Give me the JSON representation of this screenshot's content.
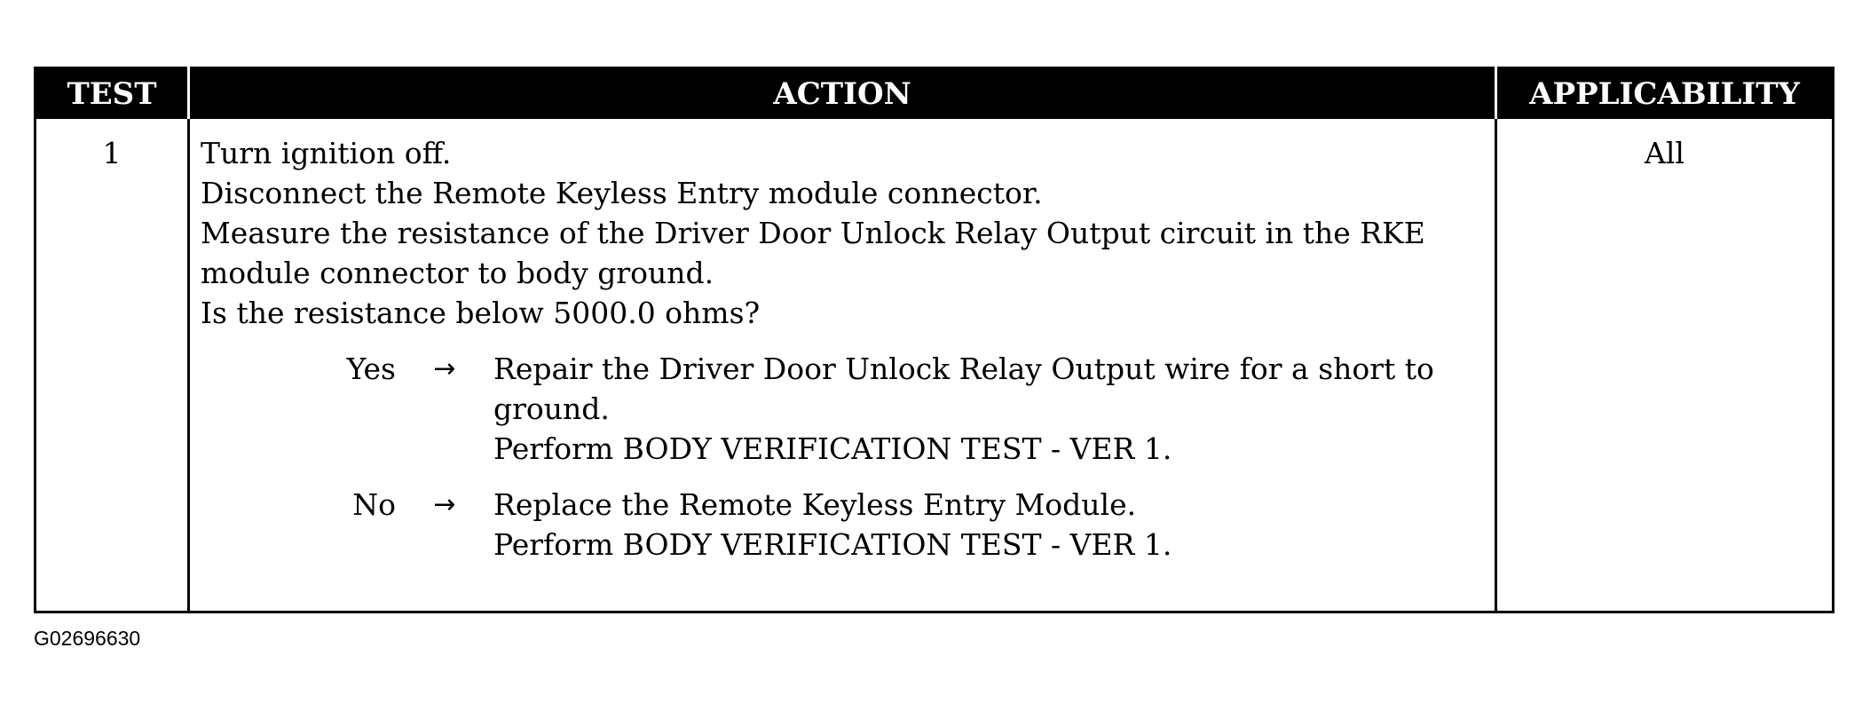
{
  "table": {
    "headers": {
      "test": "TEST",
      "action": "ACTION",
      "applicability": "APPLICABILITY"
    },
    "row": {
      "test_number": "1",
      "action_lines": [
        "Turn ignition off.",
        "Disconnect the Remote Keyless Entry module connector.",
        "Measure the resistance of the Driver Door Unlock Relay Output circuit in the RKE",
        "module connector to body ground.",
        "Is the resistance below 5000.0 ohms?"
      ],
      "arrow": "→",
      "yes": {
        "label": "Yes",
        "lines": [
          "Repair the Driver Door Unlock Relay Output wire for a short to",
          "ground.",
          "Perform BODY VERIFICATION TEST - VER 1."
        ]
      },
      "no": {
        "label": "No",
        "lines": [
          "Replace the Remote Keyless Entry Module.",
          "Perform BODY VERIFICATION TEST - VER 1."
        ]
      },
      "applicability": "All"
    }
  },
  "figure_id": "G02696630"
}
